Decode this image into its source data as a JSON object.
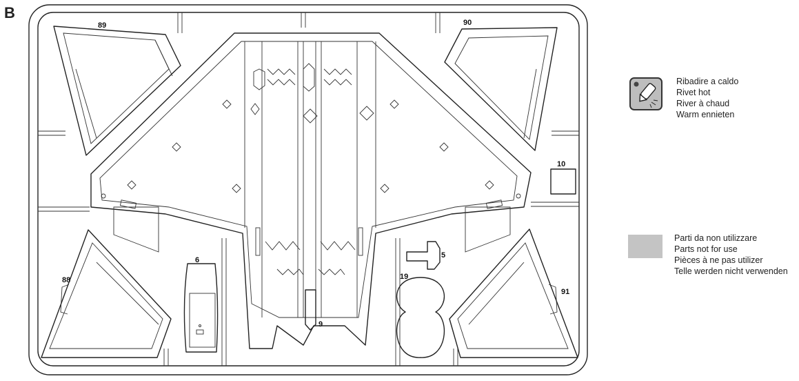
{
  "sheet_label": "B",
  "parts": {
    "p5": "5",
    "p6": "6",
    "p9": "9",
    "p10": "10",
    "p19": "19",
    "p88": "88",
    "p89": "89",
    "p90": "90",
    "p91": "91"
  },
  "legend": {
    "rivet_hot": {
      "icon": "hot-rivet-icon",
      "lines": [
        "Ribadire a caldo",
        "Rivet hot",
        "River à chaud",
        "Warm ennieten"
      ]
    },
    "not_for_use": {
      "swatch_color": "#c4c4c4",
      "lines": [
        "Parti da non utilizzare",
        "Parts not for use",
        "Pièces à ne pas utilizer",
        "Telle werden nicht verwenden"
      ]
    }
  }
}
